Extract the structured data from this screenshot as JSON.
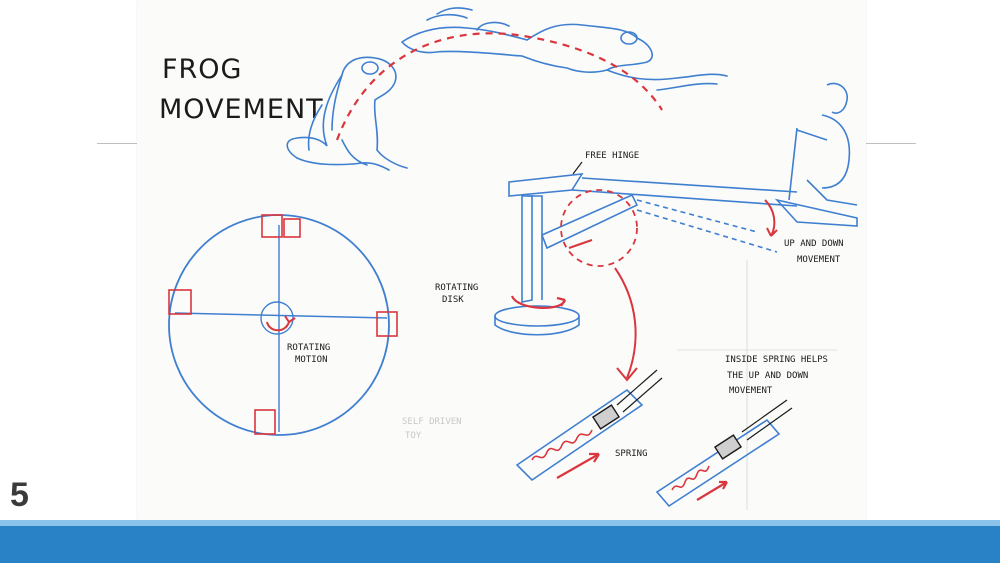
{
  "slide": {
    "number": "5"
  },
  "sketch": {
    "title_line1": "FROG",
    "title_line2": "MOVEMENT",
    "labels": {
      "free_hinge": "FREE HINGE",
      "up_down_1": "UP AND DOWN",
      "up_down_2": "MOVEMENT",
      "rotating_disk_1": "ROTATING",
      "rotating_disk_2": "DISK",
      "rotating_motion_1": "ROTATING",
      "rotating_motion_2": "MOTION",
      "spring_1": "INSIDE SPRING HELPS",
      "spring_2": "THE UP AND DOWN",
      "spring_3": "MOVEMENT",
      "spring": "SPRING",
      "faint_1": "SELF DRIVEN",
      "faint_2": "TOY"
    },
    "colors": {
      "blue": "#3f7fd0",
      "red": "#d9363e",
      "ink": "#1b1b1b"
    }
  }
}
